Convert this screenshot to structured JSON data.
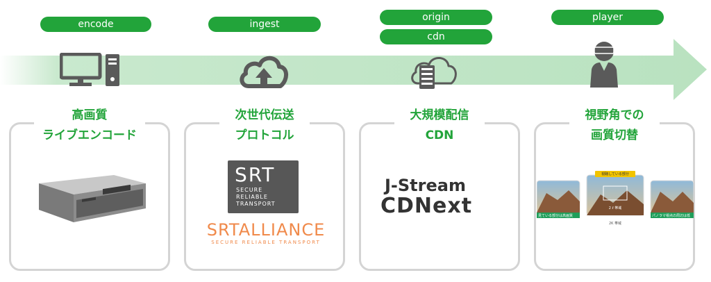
{
  "stages": [
    {
      "pill": "encode",
      "title_lines": [
        "高画質",
        "ライブエンコード"
      ],
      "icon": "desktop-computer-icon"
    },
    {
      "pill": "ingest",
      "title_lines": [
        "次世代伝送",
        "プロトコル"
      ],
      "icon": "cloud-upload-icon"
    },
    {
      "pills": [
        "origin",
        "cdn"
      ],
      "title_lines": [
        "大規模配信",
        "CDN"
      ],
      "icon": "cloud-server-icon"
    },
    {
      "pill": "player",
      "title_lines": [
        "視野角での",
        "画質切替"
      ],
      "icon": "vr-headset-user-icon"
    }
  ],
  "srt_logo": {
    "mark": "SRT",
    "lines": [
      "SECURE",
      "RELIABLE",
      "TRANSPORT"
    ]
  },
  "srt_alliance": {
    "mark": "SRTALLIANCE",
    "tagline": "SECURE RELIABLE TRANSPORT"
  },
  "jstream_logo": {
    "line1": "J-Stream",
    "line2": "CDNext"
  },
  "vr_screenshot": {
    "banner": "視聴している部分",
    "quality": "2 ℓ 帯域",
    "left_caption": "見ている部分は高画質",
    "right_caption": "パノラマ視点の周辺は低画質",
    "bottom": "2K 帯域"
  },
  "colors": {
    "accent": "#22a43a",
    "arrow": "#c3e6c8",
    "card_border": "#d4d4d4",
    "icon": "#5a5a5a",
    "alliance": "#f08a4b"
  }
}
